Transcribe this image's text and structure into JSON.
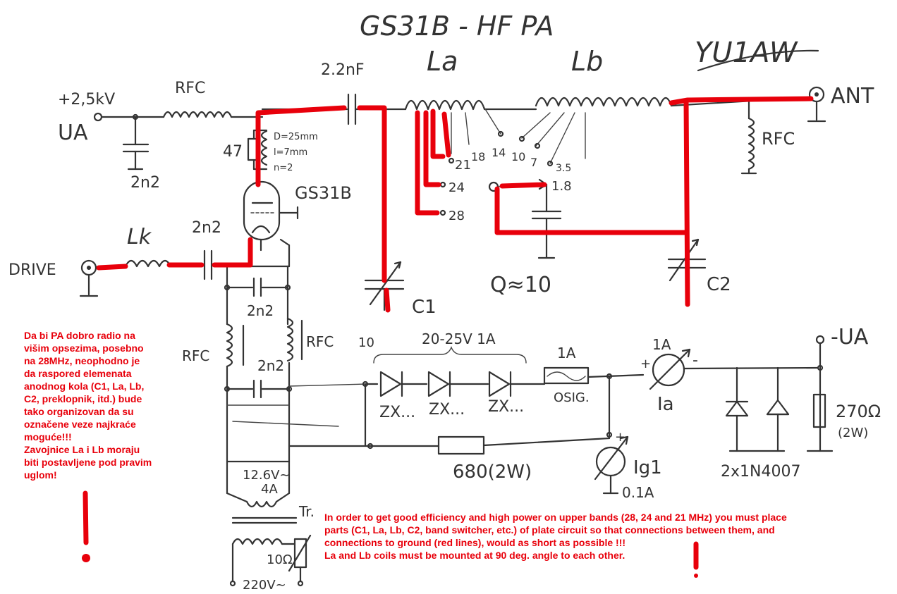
{
  "title": "GS31B - HF PA",
  "callsign": "YU1AW",
  "labels": {
    "supply": "+2,5kV",
    "ua": "UA",
    "rfc_top": "RFC",
    "c_in_anode": "2.2nF",
    "la": "La",
    "lb": "Lb",
    "ant": "ANT",
    "rfc_right": "RFC",
    "c_decouple": "2n2",
    "r47": "47",
    "coil_spec_d": "D=25mm",
    "coil_spec_l": "l=7mm",
    "coil_spec_n": "n=2",
    "tube": "GS31B",
    "drive": "DRIVE",
    "lk": "Lk",
    "c_drive": "2n2",
    "c_mid": "2n2",
    "c_low": "2n2",
    "rfc_left": "RFC",
    "rfc_mid": "RFC",
    "rfc_mid_extra": "10",
    "c1": "C1",
    "c2": "C2",
    "q": "Q≈10",
    "taps": [
      "21",
      "18",
      "14",
      "10",
      "7",
      "3.5",
      "24",
      "28",
      "1.8"
    ],
    "zener_range": "20-25V 1A",
    "zener1": "ZX...",
    "zener2": "ZX...",
    "zener3": "ZX...",
    "fuse_rating": "1A",
    "fuse": "OSIG.",
    "meter_ia_range": "1A",
    "meter_ia": "Ia",
    "minus_ua": "-UA",
    "r270": "270Ω",
    "r270_power": "(2W)",
    "diodes": "2x1N4007",
    "r680": "680(2W)",
    "meter_ig": "Ig1",
    "meter_ig_range": "0.1A",
    "heater": "12.6V~",
    "heater_current": "4A",
    "transformer": "Tr.",
    "mains": "220V~",
    "r10": "10Ω",
    "plus": "+",
    "minus": "-"
  },
  "notes": {
    "serbian": [
      "Da bi PA dobro radio na",
      "višim opsezima, posebno",
      "na 28MHz, neophodno je",
      "da raspored elemenata",
      "anodnog kola (C1, La, Lb,",
      "C2, preklopnik, itd.) bude",
      "tako organizovan da su",
      "označene veze najkraće",
      "moguće!!!",
      "Zavojnice La i Lb moraju",
      "biti postavljene pod pravim",
      "uglom!"
    ],
    "english": [
      "In order to get good efficiency and high power on upper bands (28, 24 and 21 MHz) you must place",
      "parts (C1, La, Lb, C2, band switcher, etc.) of plate circuit so that connections between them, and",
      "connections to ground (red lines), would as short as possible !!!",
      "La and Lb coils must be mounted at 90 deg. angle to each other."
    ]
  },
  "colors": {
    "ink": "#333333",
    "red": "#e8000b",
    "paper": "#ffffff"
  }
}
